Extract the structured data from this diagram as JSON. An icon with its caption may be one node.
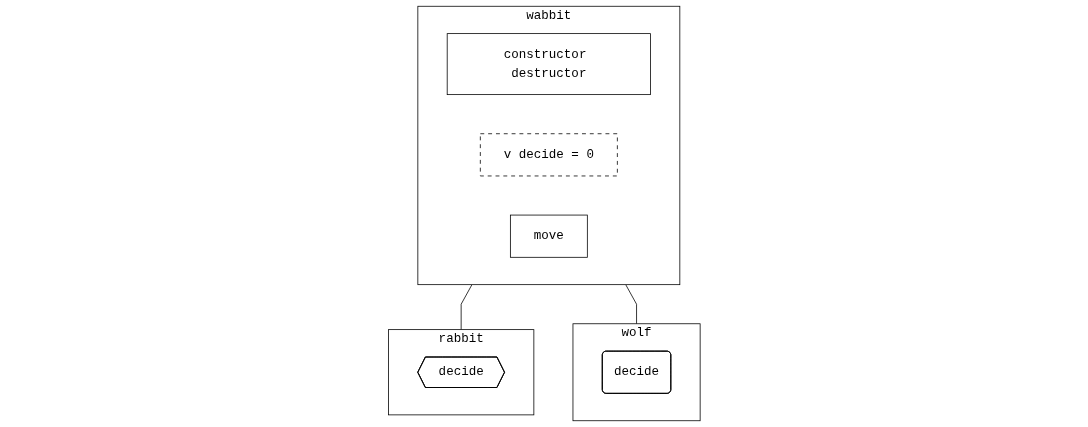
{
  "diagram": {
    "nodes": [
      {
        "text": [
          "wabbit"
        ]
      },
      {
        "text": [
          "constructor destructor"
        ],
        "in": 0
      },
      {
        "text": [
          "v decide = 0"
        ],
        "in": 0
      },
      {
        "text": [
          "move"
        ],
        "in": 0
      },
      {
        "text": [
          "rabbit"
        ]
      },
      {
        "text": [
          "decide"
        ],
        "in": 4
      },
      {
        "text": [
          "wolf"
        ]
      },
      {
        "text": [
          "decide"
        ],
        "in": 6
      }
    ],
    "edges": [
      {
        "from": 0,
        "to": 4,
        "arrow": "none"
      },
      {
        "from": 0,
        "to": 6,
        "arrow": "none"
      }
    ]
  }
}
